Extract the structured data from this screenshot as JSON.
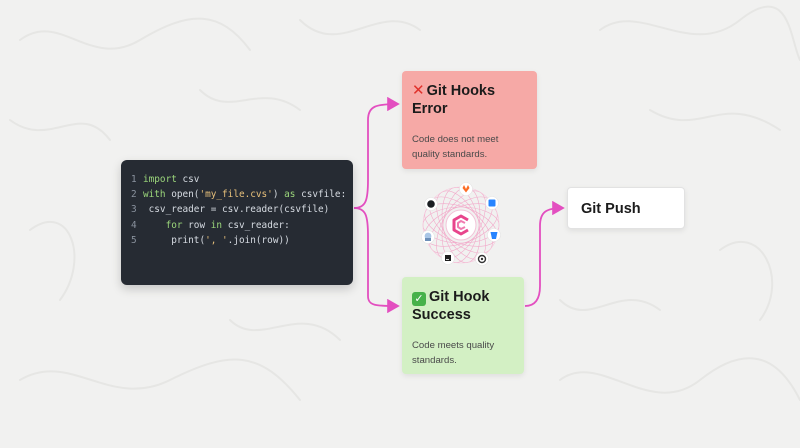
{
  "code": {
    "lines": [
      {
        "no": "1",
        "parts": [
          {
            "t": "import",
            "c": "kw"
          },
          {
            "t": " csv",
            "c": ""
          }
        ]
      },
      {
        "no": "2",
        "parts": [
          {
            "t": "with",
            "c": "kw"
          },
          {
            "t": " open(",
            "c": ""
          },
          {
            "t": "'my_file.cvs'",
            "c": "str"
          },
          {
            "t": ") ",
            "c": ""
          },
          {
            "t": "as",
            "c": "kw"
          },
          {
            "t": " csvfile:",
            "c": ""
          }
        ]
      },
      {
        "no": "3",
        "parts": [
          {
            "t": " csv_reader = csv.reader(csvfile)",
            "c": ""
          }
        ]
      },
      {
        "no": "4",
        "parts": [
          {
            "t": "    ",
            "c": ""
          },
          {
            "t": "for",
            "c": "kw"
          },
          {
            "t": " row ",
            "c": ""
          },
          {
            "t": "in",
            "c": "kw"
          },
          {
            "t": " csv_reader:",
            "c": ""
          }
        ]
      },
      {
        "no": "5",
        "parts": [
          {
            "t": "     print(",
            "c": ""
          },
          {
            "t": "', '",
            "c": "str"
          },
          {
            "t": ".join(row))",
            "c": ""
          }
        ]
      }
    ]
  },
  "error_card": {
    "title_line1": "Git Hooks",
    "title_line2": "Error",
    "description": "Code does not meet quality standards."
  },
  "success_card": {
    "title_line1": "Git Hook",
    "title_line2": "Success",
    "description": "Code meets quality standards."
  },
  "push_card": {
    "label": "Git Push"
  },
  "colors": {
    "arrow": "#e34fc0",
    "error_bg": "#f6a9a6",
    "success_bg": "#d3f0c4",
    "code_bg": "#262b33",
    "center_logo": "#e8458c"
  },
  "icons": [
    "gitlab-icon",
    "azure-devops-icon",
    "github-icon",
    "bitbucket-icon",
    "circleci-icon",
    "jenkins-icon",
    "teamcity-icon",
    "center-logo-icon"
  ]
}
